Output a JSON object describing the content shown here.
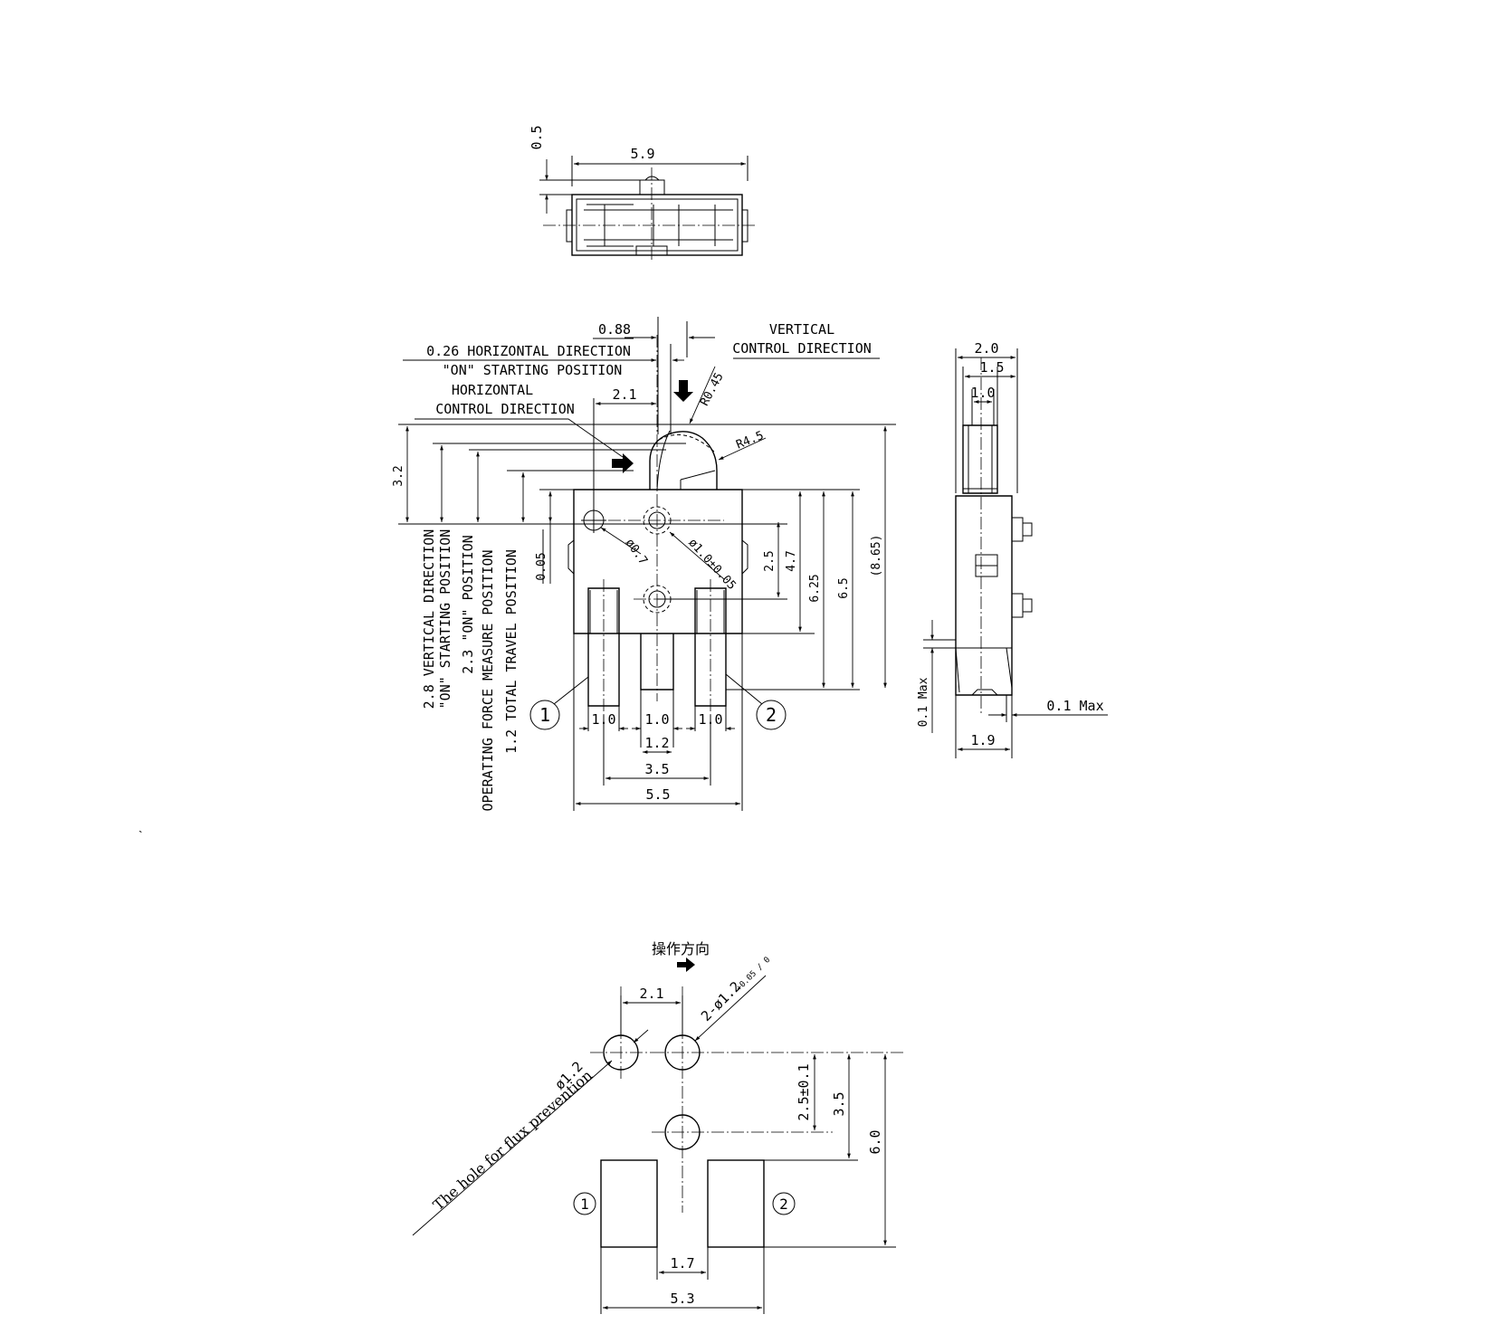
{
  "top_view": {
    "dim_width": "5.9",
    "dim_height": "0.5"
  },
  "front_view": {
    "dim_088": "0.88",
    "label_026": "0.26 HORIZONTAL DIRECTION",
    "label_on_start": "\"ON\" STARTING POSITION",
    "label_horiz": "HORIZONTAL",
    "label_control_dir": "CONTROL DIRECTION",
    "label_vertical": "VERTICAL",
    "label_vcontrol_dir": "CONTROL DIRECTION",
    "dim_21": "2.1",
    "dim_r045": "R0.45",
    "dim_r45": "R4.5",
    "dim_32": "3.2",
    "dim_d07": "ø0.7",
    "dim_d10": "ø1.0±0.05",
    "dim_005": "0.05",
    "dim_25": "2.5",
    "dim_47": "4.7",
    "dim_625": "6.25",
    "dim_65": "6.5",
    "dim_865": "(8.65)",
    "label_28": "2.8 VERTICAL DIRECTION",
    "label_28b": "\"ON\" STARTING POSITION",
    "label_23": "2.3 \"ON\" POSITION",
    "label_ofm": "OPERATING FORCE MEASURE POSITION",
    "label_12": "1.2 TOTAL TRAVEL POSITION",
    "terminal_1": "1",
    "terminal_2": "2",
    "dim_10a": "1.0",
    "dim_10b": "1.0",
    "dim_10c": "1.0",
    "dim_12": "1.2",
    "dim_35": "3.5",
    "dim_55": "5.5"
  },
  "side_view": {
    "dim_20": "2.0",
    "dim_15": "1.5",
    "dim_10": "1.0",
    "dim_01max_v": "0.1 Max",
    "dim_01max_h": "0.1 Max",
    "dim_19": "1.9"
  },
  "stray_mark": "`",
  "pcb_layout": {
    "label_direction": "操作方向",
    "dim_21": "2.1",
    "dim_2d12": "2-ø1.2",
    "dim_2d12_tol": "+0.05 / 0",
    "dim_d12": "ø1.2",
    "label_flux": "The hole for flux prevention",
    "dim_25": "2.5±0.1",
    "dim_35": "3.5",
    "dim_60": "6.0",
    "terminal_1": "1",
    "terminal_2": "2",
    "dim_17": "1.7",
    "dim_53": "5.3"
  }
}
